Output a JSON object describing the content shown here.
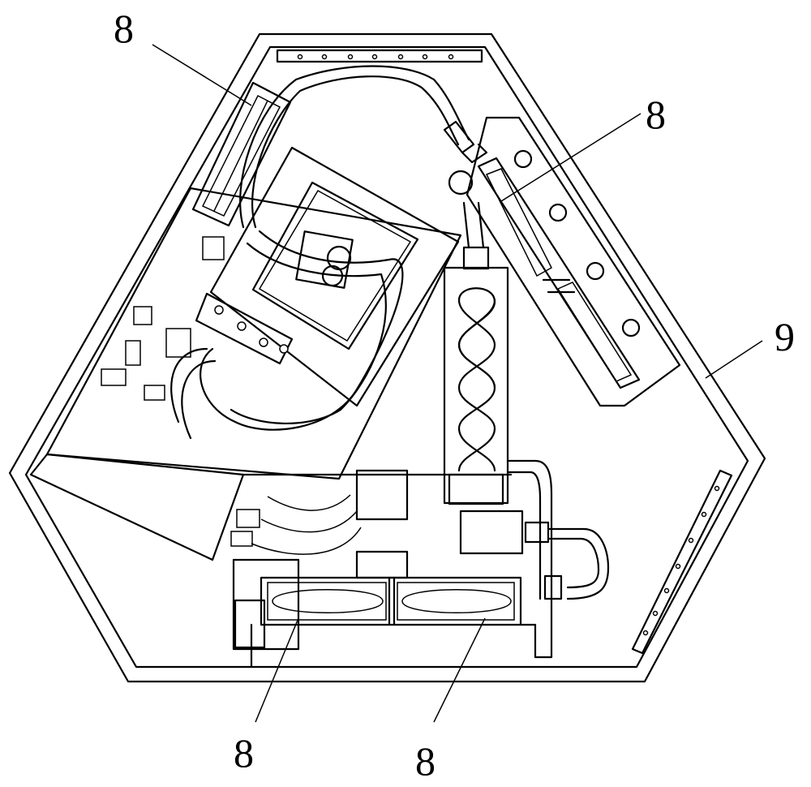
{
  "figure": {
    "labels": {
      "top_left": "8",
      "top_right": "8",
      "right": "9",
      "bottom_left": "8",
      "bottom_right": "8"
    }
  }
}
